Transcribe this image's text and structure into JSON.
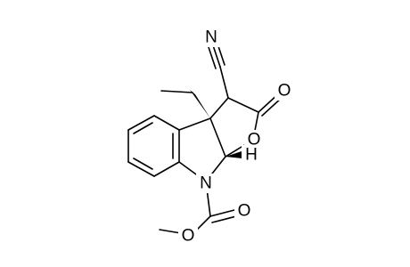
{
  "molecule": {
    "atoms": {
      "nitrile_n": "N",
      "carbonyl_o": "O",
      "ring_o": "O",
      "indole_n": "N",
      "stereo_h": "H",
      "ester_carbonyl_o": "O",
      "ester_o": "O"
    }
  },
  "colors": {
    "bond": "#000000",
    "background": "#ffffff"
  }
}
